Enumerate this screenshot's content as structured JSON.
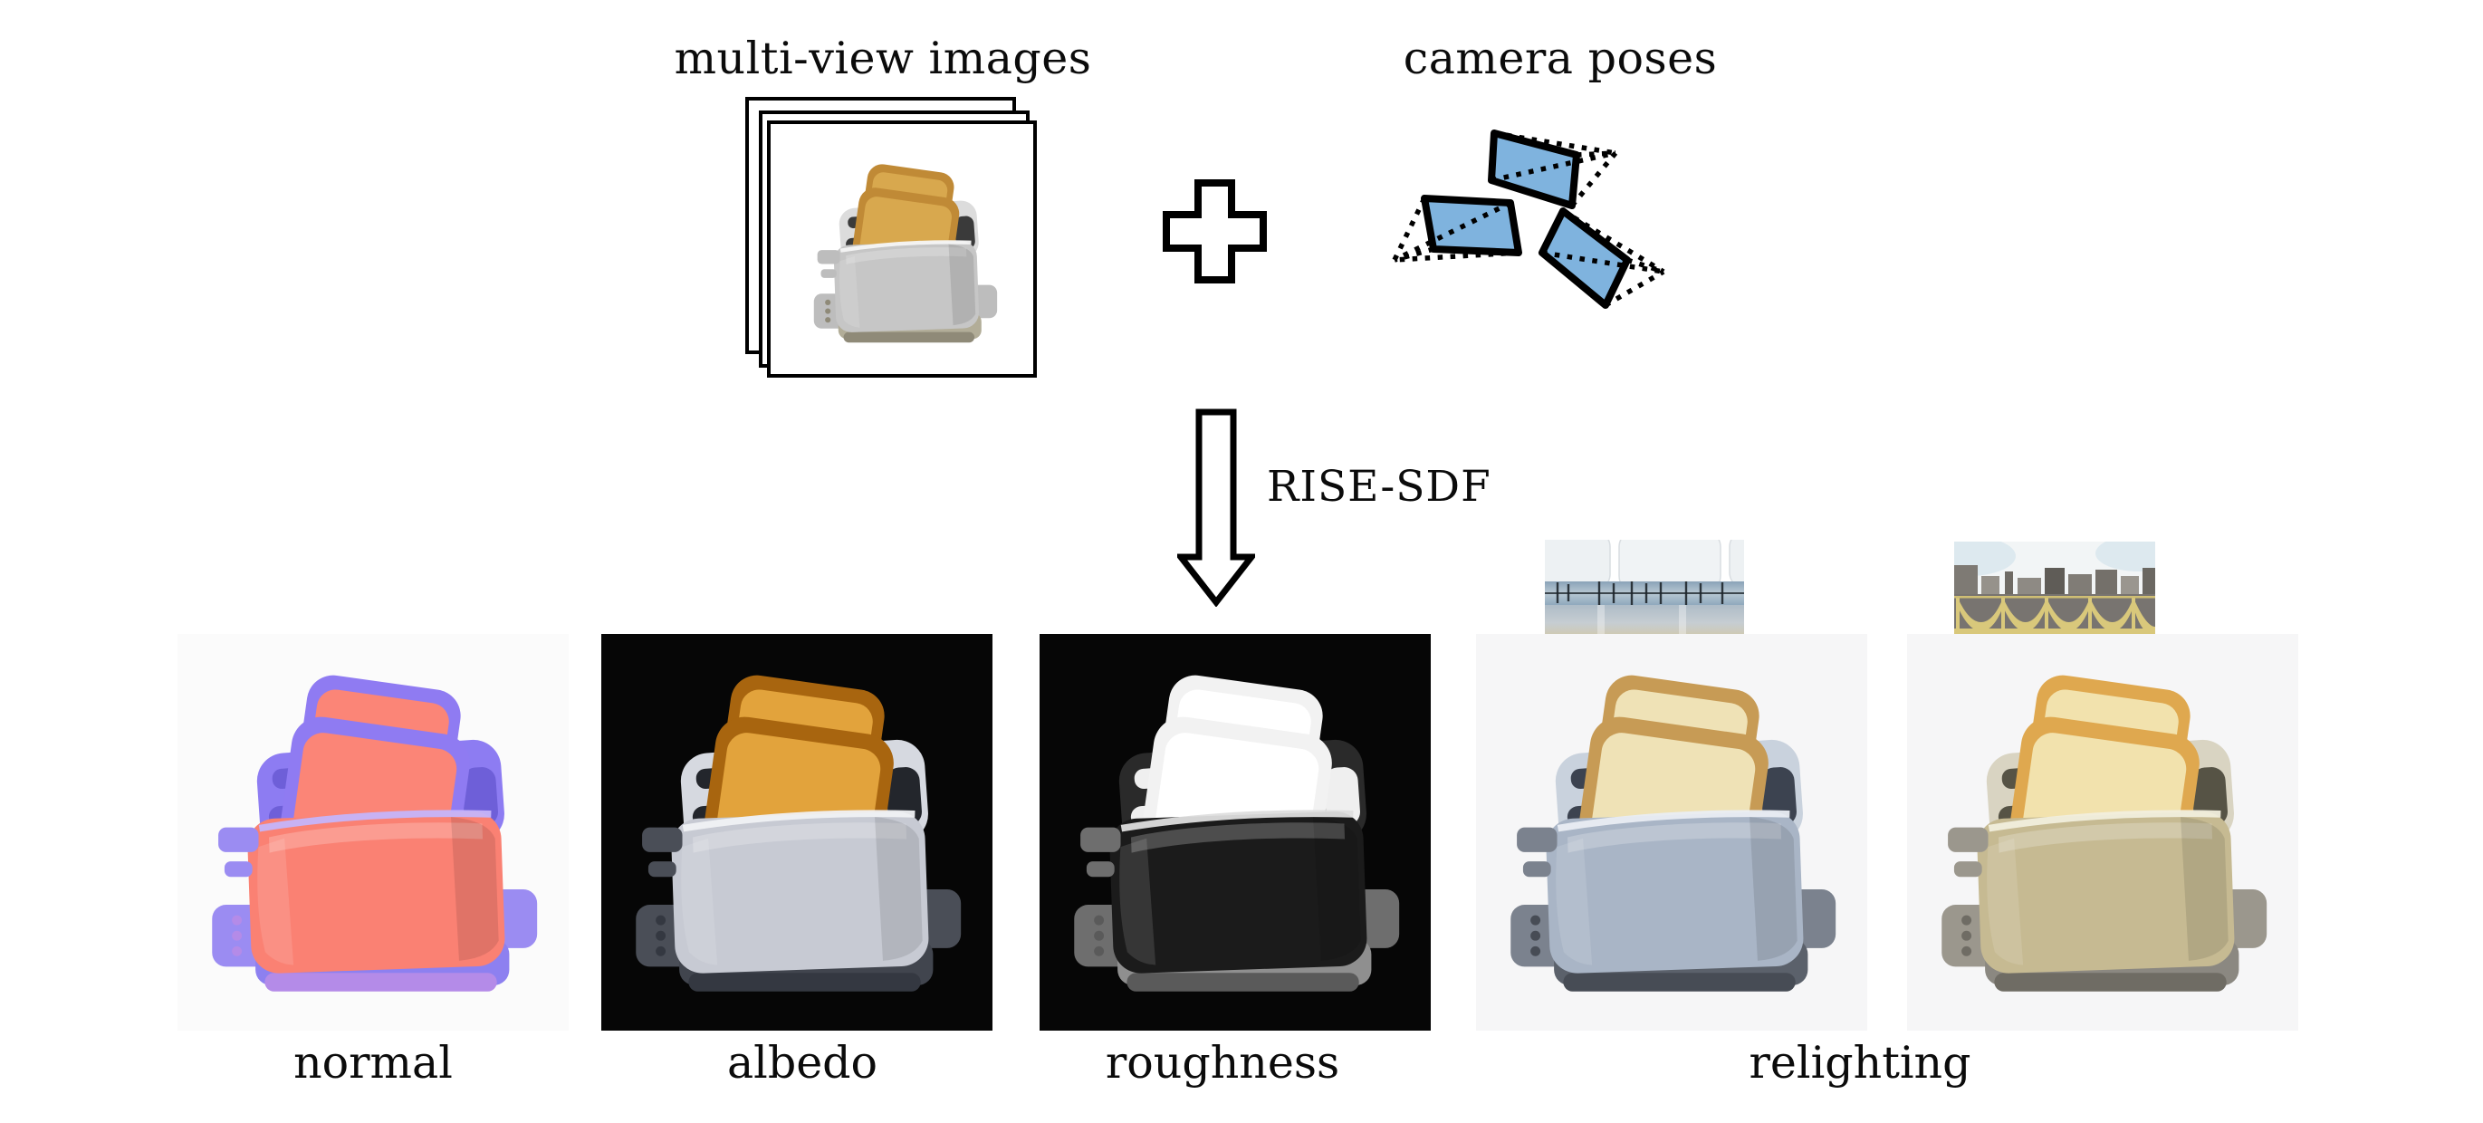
{
  "figure": {
    "background": "#ffffff",
    "description": "Pipeline figure: multi-view images plus camera poses are processed by RISE-SDF into normal, albedo, roughness and relighting outputs of a toaster object"
  },
  "inputs": {
    "multi_view_label": "multi-view images",
    "camera_poses_label": "camera poses",
    "stacked_images_count": 3,
    "stacked_image_subject": "chrome toaster with two toast slices",
    "plus_icon": "plus-icon",
    "camera_frustums_count": 3,
    "camera_frustum_fill": "#7fb3de",
    "camera_frustum_stroke": "#000000"
  },
  "pipeline": {
    "method_label": "RISE-SDF",
    "arrow_icon": "down-arrow"
  },
  "outputs": {
    "panels": [
      {
        "label": "normal",
        "background": "#fbfbfb",
        "variant": "normal-map render (salmon front, violet edges)"
      },
      {
        "label": "albedo",
        "background": "#060606",
        "variant": "albedo render (light gray body, golden toast) on black"
      },
      {
        "label": "roughness",
        "background": "#060606",
        "variant": "roughness render (dark body, white toast) on black"
      },
      {
        "label": "relighting",
        "background": "#f6f6f7",
        "variant": "relit render under indoor studio panorama (bluish silver)"
      },
      {
        "label": "relighting",
        "background": "#f6f6f7",
        "variant": "relit render under city daylight panorama (warm gold)"
      }
    ],
    "relighting_label": "relighting",
    "environment_maps": [
      {
        "name": "indoor-studio-panorama",
        "dominant_colors": [
          "#ffffff",
          "#8fa9bd",
          "#d2c399"
        ]
      },
      {
        "name": "city-skyline-panorama",
        "dominant_colors": [
          "#f2f5f6",
          "#787470",
          "#d9c87b"
        ]
      }
    ]
  },
  "colors": {
    "page_background": "#ffffff",
    "panel_black": "#060606",
    "panel_light": "#f6f6f7",
    "frustum_blue": "#7fb3de",
    "toast_golden": "#e2a33c",
    "normal_salmon": "#fa8173",
    "normal_violet": "#8d7cf2",
    "ink": "#000000"
  }
}
